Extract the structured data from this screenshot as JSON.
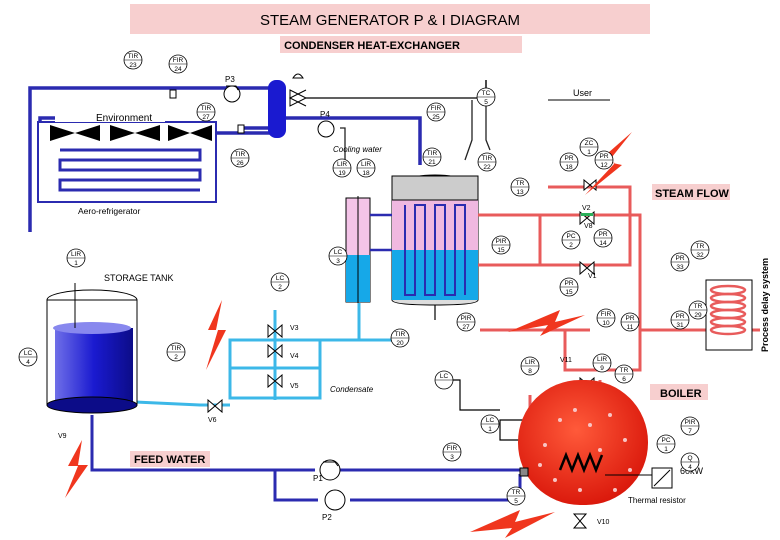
{
  "header": {
    "title": "STEAM GENERATOR P & I DIAGRAM",
    "subtitle": "CONDENSER HEAT-EXCHANGER"
  },
  "side_label": "Process delay system",
  "labels": {
    "environment": "Environment",
    "aero": "Aero-refrigerator",
    "storage": "STORAGE TANK",
    "cooling": "Cooling water",
    "condensate": "Condensate",
    "steam_flow": "STEAM FLOW",
    "boiler": "BOILER",
    "feed_water": "FEED WATER",
    "user": "User",
    "power": "60kW",
    "thermal": "Thermal resistor"
  },
  "instruments": [
    {
      "top": "TIR",
      "num": "23"
    },
    {
      "top": "FIR",
      "num": "24"
    },
    {
      "top": "TIR",
      "num": "27"
    },
    {
      "top": "TIR",
      "num": "26"
    },
    {
      "top": "FIR",
      "num": "25"
    },
    {
      "top": "TC",
      "num": "5"
    },
    {
      "top": "TIR",
      "num": "21"
    },
    {
      "top": "TIR",
      "num": "22"
    },
    {
      "top": "LIR",
      "num": "19"
    },
    {
      "top": "LIR",
      "num": "18"
    },
    {
      "top": "ZC",
      "num": "1"
    },
    {
      "top": "PR",
      "num": "18"
    },
    {
      "top": "PR",
      "num": "12"
    },
    {
      "top": "TR",
      "num": "13"
    },
    {
      "top": "PIR",
      "num": "15"
    },
    {
      "top": "PC",
      "num": "2"
    },
    {
      "top": "PR",
      "num": "14"
    },
    {
      "top": "PR",
      "num": "33"
    },
    {
      "top": "TR",
      "num": "32"
    },
    {
      "top": "LC",
      "num": "3"
    },
    {
      "top": "LIR",
      "num": "1"
    },
    {
      "top": "LC",
      "num": "2"
    },
    {
      "top": "PR",
      "num": "15"
    },
    {
      "top": "PIR",
      "num": "27"
    },
    {
      "top": "TIR",
      "num": "20"
    },
    {
      "top": "FIR",
      "num": "10"
    },
    {
      "top": "PR",
      "num": "11"
    },
    {
      "top": "PR",
      "num": "31"
    },
    {
      "top": "TR",
      "num": "29"
    },
    {
      "top": "TIR",
      "num": "2"
    },
    {
      "top": "LC",
      "num": "4"
    },
    {
      "top": "LIR",
      "num": "8"
    },
    {
      "top": "LIR",
      "num": "9"
    },
    {
      "top": "TR",
      "num": "6"
    },
    {
      "top": "LC",
      "num": ""
    },
    {
      "top": "LC",
      "num": "1"
    },
    {
      "top": "PIR",
      "num": "7"
    },
    {
      "top": "PC",
      "num": "1"
    },
    {
      "top": "Q",
      "num": "4"
    },
    {
      "top": "FIR",
      "num": "3"
    },
    {
      "top": "TR",
      "num": "5"
    }
  ],
  "equipment": {
    "p1": "P1",
    "p2": "P2",
    "p3": "P3",
    "p4": "P4",
    "v1": "V1",
    "v2": "V2",
    "v3": "V3",
    "v4": "V4",
    "v5": "V5",
    "v6": "V6",
    "v8": "V8",
    "v9": "V9",
    "v10": "V10",
    "v11": "V11"
  },
  "colors": {
    "blue_pipe": "#2b2bb0",
    "red_pipe": "#e85b5b",
    "cyan_pipe": "#3cb8e8",
    "water": "#16a8e8",
    "tank_water": "#1a1ad0",
    "boiler": "#ee1c0c",
    "header_bg": "#f7cfcf",
    "lightning": "#f0361e"
  }
}
